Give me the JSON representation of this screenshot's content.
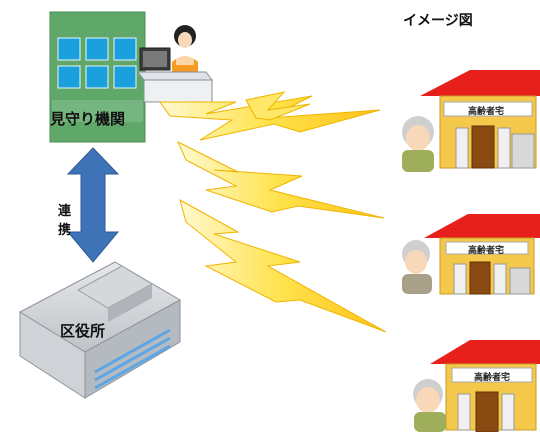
{
  "diagram_title": "イメージ図",
  "monitoring_agency": {
    "label": "見守り機関"
  },
  "cooperation": {
    "label": "連 携"
  },
  "ward_office": {
    "label": "区役所"
  },
  "houses": [
    {
      "sign": "高齢者宅"
    },
    {
      "sign": "高齢者宅"
    },
    {
      "sign": "高齢者宅"
    }
  ],
  "colors": {
    "building": "#5fa86a",
    "window": "#1aa0dc",
    "arrow": "#3f73b8",
    "lightning": "#ffd21f",
    "roof": "#e8201c",
    "house_wall": "#f4c84a",
    "door": "#8a4b12"
  }
}
